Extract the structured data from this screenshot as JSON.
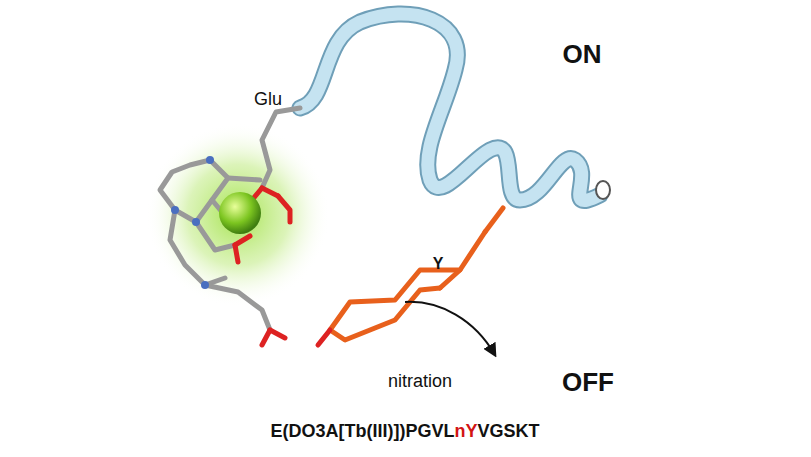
{
  "diagram": {
    "labels": [
      "ON",
      "Glu",
      "Y",
      "nitration",
      "OFF",
      "E(DO3A[Tb(III)])PGVL",
      "nY",
      "VGSKT"
    ]
  }
}
